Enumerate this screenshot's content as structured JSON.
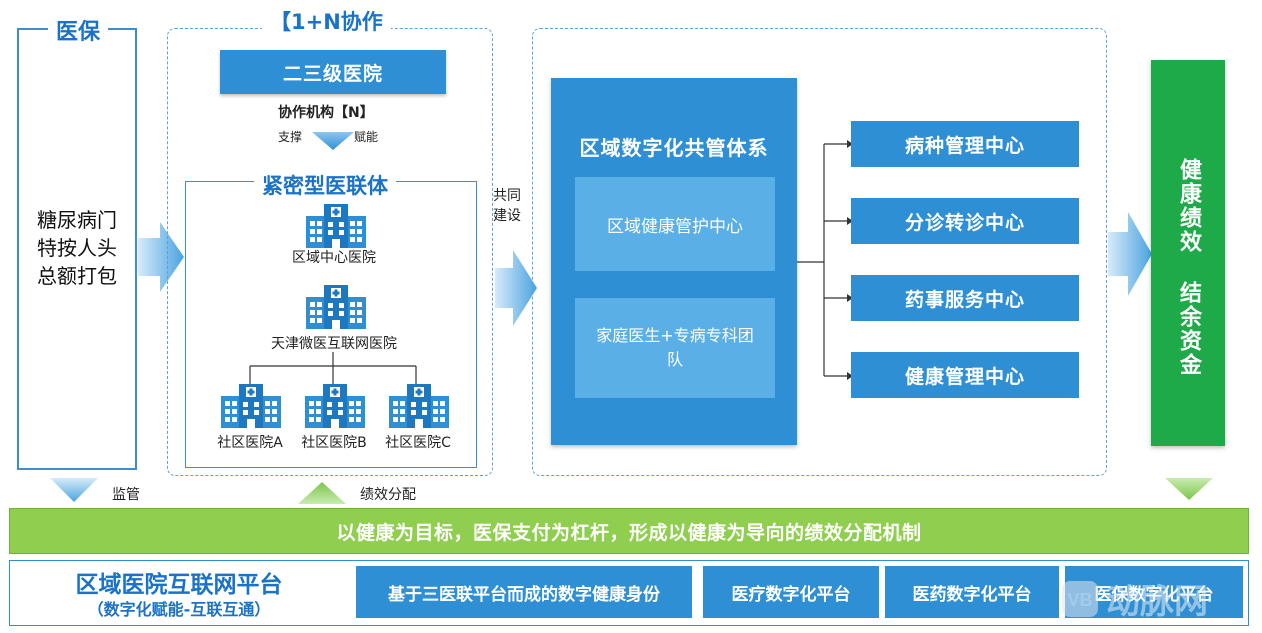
{
  "left_panel": {
    "title": "医保",
    "lines": [
      "糖尿病门",
      "特按人头",
      "总额打包"
    ],
    "bottom_label": "监管"
  },
  "middle_panel": {
    "title": "【1+N协作",
    "top_button": "二三级医院",
    "coop_label": "协作机构【N】",
    "support_label": "支撑",
    "empower_label": "赋能",
    "inner_title": "紧密型医联体",
    "hospital_1": "区域中心医院",
    "hospital_2": "天津微医互联网医院",
    "community": [
      "社区医院A",
      "社区医院B",
      "社区医院C"
    ],
    "bottom_label": "绩效分配",
    "side_label_1": "共同",
    "side_label_2": "建设"
  },
  "right_panel": {
    "system_title": "区域数字化共管体系",
    "inner_box_1": "区域健康管护中心",
    "inner_box_2": "家庭医生+专病专科团队",
    "centers": [
      "病种管理中心",
      "分诊转诊中心",
      "药事服务中心",
      "健康管理中心"
    ]
  },
  "result_box": {
    "text": "健康绩效 结余资金"
  },
  "green_bar": {
    "text": "以健康为目标，医保支付为杠杆，形成以健康为导向的绩效分配机制"
  },
  "platform": {
    "title": "区域医院互联网平台",
    "subtitle": "（数字化赋能-互联互通）",
    "items": [
      "基于三医联平台而成的数字健康身份",
      "医疗数字化平台",
      "医药数字化平台",
      "医保数字化平台"
    ]
  },
  "watermark": {
    "text": "动脉网"
  },
  "colors": {
    "blue": "#2f8fd5",
    "green": "#1faa4a",
    "light_green": "#8fce4f"
  }
}
